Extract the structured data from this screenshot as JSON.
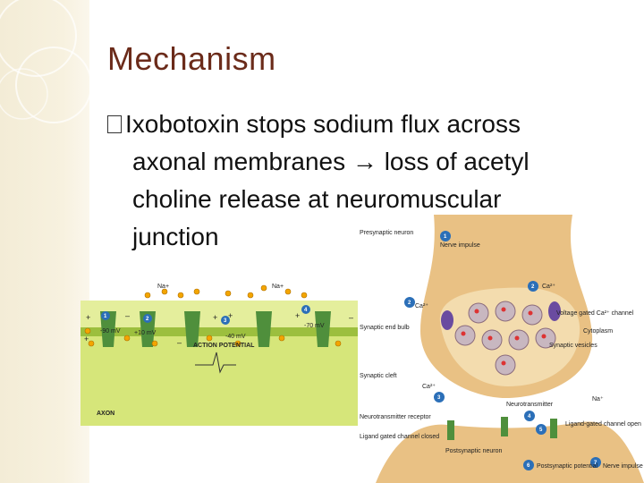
{
  "slide": {
    "title": "Mechanism",
    "bullet_glyph": "",
    "text_line1": "Ixobotoxin stops sodium flux across",
    "text_line2": "axonal membranes",
    "text_arrow": "→",
    "text_line2b": "loss of acetyl",
    "text_line3": "choline release at neuromuscular",
    "text_line4": "junction"
  },
  "axon_figure": {
    "na_label": "Na+",
    "charge_plus": "+",
    "charge_minus": "–",
    "mv_labels": [
      "-90 mV",
      "+10 mV",
      "-40 mV",
      "-70 mV"
    ],
    "step_numbers": [
      "1",
      "2",
      "3",
      "4"
    ],
    "action_potential": "ACTION POTENTIAL",
    "axon_label": "AXON"
  },
  "synapse_figure": {
    "labels": {
      "presynaptic_neuron": "Presynaptic neuron",
      "nerve_impulse": "Nerve impulse",
      "ca_left": "Ca²⁺",
      "ca_right": "Ca²⁺",
      "vg_channel": "Voltage gated Ca²⁺ channel",
      "cytoplasm": "Cytoplasm",
      "synaptic_end_bulb": "Synaptic end bulb",
      "synaptic_vesicles": "Synaptic vesicles",
      "synaptic_cleft": "Synaptic cleft",
      "ca_cleft": "Ca²⁺",
      "neurotransmitter": "Neurotransmitter",
      "na": "Na⁺",
      "nt_receptor": "Neurotransmitter receptor",
      "ligand_closed": "Ligand gated channel closed",
      "ligand_open": "Ligand-gated channel open",
      "postsynaptic_neuron": "Postsynaptic neuron",
      "postsynaptic_potential": "Postsynaptic potential",
      "nerve_impulse_out": "Nerve impulse"
    },
    "step_numbers": [
      "1",
      "2",
      "2",
      "3",
      "4",
      "5",
      "6",
      "7"
    ]
  },
  "colors": {
    "title": "#6b2b1a",
    "axon_green": "#c8dc5a",
    "channel_green": "#4f8f3c",
    "synapse_tan": "#e9c184",
    "step_blue": "#2b6fb8"
  }
}
